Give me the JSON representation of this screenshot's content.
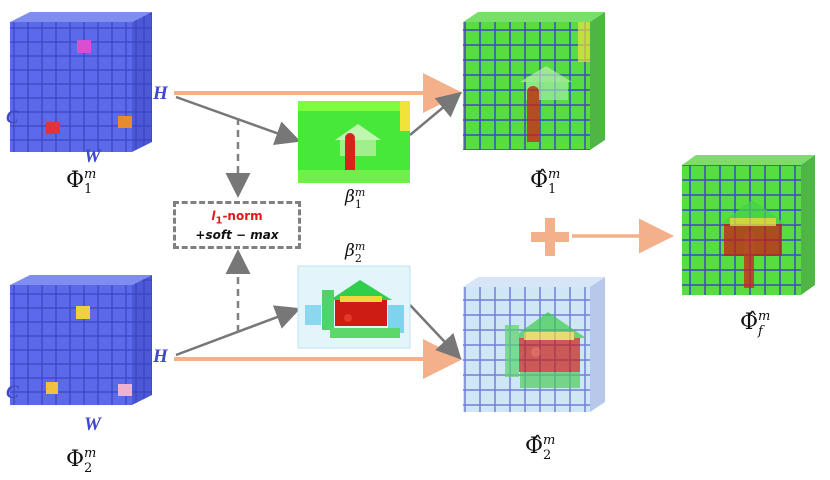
{
  "labels": {
    "phi1": "Φ",
    "phi1_sup": "m",
    "phi1_sub": "1",
    "phi2": "Φ",
    "phi2_sup": "m",
    "phi2_sub": "2",
    "beta1": "β",
    "beta1_sup": "m",
    "beta1_sub": "1",
    "beta2": "β",
    "beta2_sup": "m",
    "beta2_sub": "2",
    "phihat1": "Φ̂",
    "phihat1_sup": "m",
    "phihat1_sub": "1",
    "phihat2": "Φ̂",
    "phihat2_sup": "m",
    "phihat2_sub": "2",
    "phihatf": "Φ̂",
    "phihatf_sup": "m",
    "phihatf_sub": "f"
  },
  "dims": {
    "h_top": "H",
    "c_top": "C",
    "w_top": "W",
    "h_bot": "H",
    "c_bot": "C",
    "w_bot": "W"
  },
  "operation": {
    "line1_prefix": "l",
    "line1_sub": "1",
    "line1_suffix": "-norm",
    "line2": "+soft − max"
  },
  "colors": {
    "cube_blue": "#5a68e8",
    "grid_blue": "#3e48c8",
    "arrow_orange": "#f3b08a",
    "arrow_gray": "#7a7a7a",
    "heat_green": "#52e33a",
    "heat_red": "#d51a12",
    "heat_yellow": "#f2e33a"
  }
}
